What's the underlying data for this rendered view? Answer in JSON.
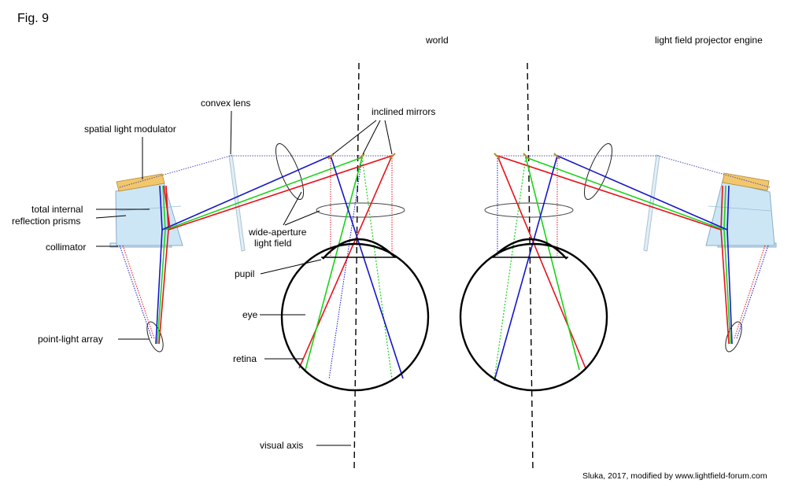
{
  "figure_label": "Fig. 9",
  "headers": {
    "world": "world",
    "projector": "light field projector engine"
  },
  "labels": {
    "convex_lens": "convex lens",
    "inclined_mirrors": "inclined mirrors",
    "spatial_light_modulator": "spatial light modulator",
    "tir_line1": "total internal",
    "tir_line2": "reflection prisms",
    "collimator": "collimator",
    "wide_aperture_line1": "wide-aperture",
    "wide_aperture_line2": "light field",
    "pupil": "pupil",
    "eye": "eye",
    "retina": "retina",
    "point_light_array": "point-light array",
    "visual_axis": "visual axis"
  },
  "credit": "Sluka, 2017, modified by www.lightfield-forum.com",
  "colors": {
    "red": "#e8121b",
    "green": "#1ad21a",
    "blue": "#1616c8",
    "slm": "#f2c66b",
    "prism": "#cde6f6",
    "prism_edge": "#8aaec6",
    "lens_edge": "#a9c3d6",
    "ink": "#000000"
  }
}
